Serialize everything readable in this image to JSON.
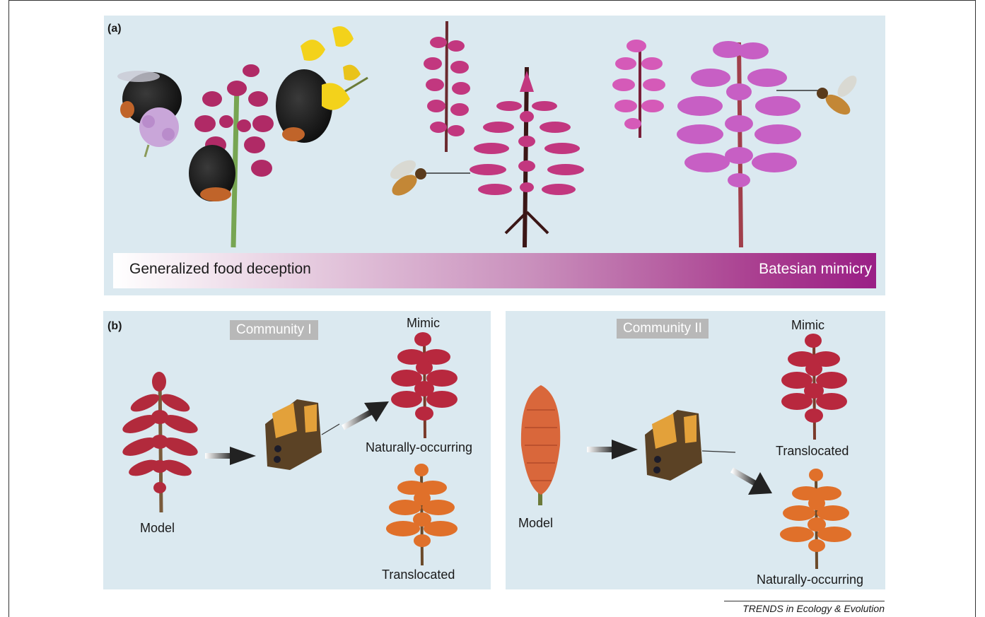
{
  "panel_a": {
    "label": "(a)",
    "gradient_left": "Generalized food deception",
    "gradient_right": "Batesian mimicry"
  },
  "panel_b": {
    "label": "(b)",
    "community_1": {
      "tag": "Community I",
      "mimic": "Mimic",
      "naturally": "Naturally-occurring",
      "translocated": "Translocated",
      "model": "Model"
    },
    "community_2": {
      "tag": "Community II",
      "mimic": "Mimic",
      "translocated": "Translocated",
      "naturally": "Naturally-occurring",
      "model": "Model"
    }
  },
  "footer": {
    "journal": "TRENDS in Ecology & Evolution"
  },
  "colors": {
    "panel_bg": "#dbe9f0",
    "magenta_orchid": "#c2377f",
    "pink_orchid": "#c75fc4",
    "red_orchid": "#b22a3c",
    "orange_orchid": "#e0702a"
  },
  "icons": [
    "bumblebee-icon",
    "orchid-icon",
    "hoverfly-icon",
    "butterfly-icon",
    "arrow-icon",
    "red-hot-poker-icon"
  ]
}
